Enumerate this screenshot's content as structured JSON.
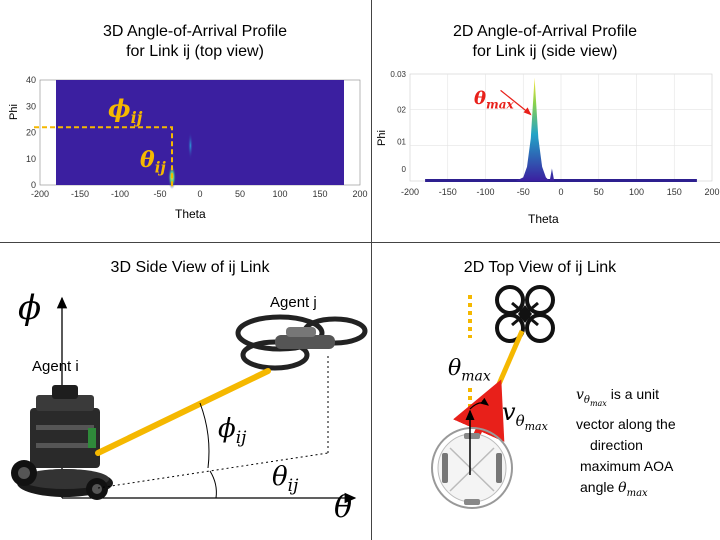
{
  "colors": {
    "accent_yellow": "#f5b800",
    "heatmap_background": "#3b1fa0",
    "red_arrow": "#e8201a",
    "math_red": "#e8201a",
    "divider": "#444444"
  },
  "panels": {
    "top_left": {
      "title_line1": "3D Angle-of-Arrival Profile",
      "title_line2": "for Link ij (top view)",
      "y_label": "Phi",
      "x_label": "Theta",
      "phi_symbol": "ϕ",
      "phi_subscript": "ij",
      "theta_symbol": "θ",
      "theta_subscript": "ij"
    },
    "top_right": {
      "title_line1": "2D Angle-of-Arrival Profile",
      "title_line2": "for Link ij (side view)",
      "y_label": "Phi",
      "x_label": "Theta",
      "theta_max_symbol": "θ",
      "theta_max_subscript": "max"
    },
    "bottom_left": {
      "title": "3D Side View of ij Link",
      "agent_i_label": "Agent i",
      "agent_j_label": "Agent j",
      "phi_axis_symbol": "ϕ",
      "theta_axis_symbol": "θ",
      "phi_ij_symbol": "ϕ",
      "phi_ij_subscript": "ij",
      "theta_ij_symbol": "θ",
      "theta_ij_subscript": "ij"
    },
    "bottom_right": {
      "title": "2D Top View of ij Link",
      "theta_max_symbol": "θ",
      "theta_max_subscript": "max",
      "v_symbol": "v",
      "v_subscript_theta": "θ",
      "v_subscript_max": "max",
      "caption_v": "v",
      "caption_sub_theta": "θ",
      "caption_sub_max": "max",
      "caption_line1_rest": " is a unit",
      "caption_line2": "vector along the",
      "caption_line3": "direction",
      "caption_line4": "maximum AOA",
      "caption_line5_prefix": "angle ",
      "caption_line5_theta": "θ",
      "caption_line5_sub": "max"
    }
  },
  "chart_data": [
    {
      "type": "heatmap",
      "title": "",
      "xlabel": "Theta",
      "ylabel": "Phi",
      "xlim": [
        -200,
        200
      ],
      "ylim": [
        0,
        40
      ],
      "x_ticks": [
        "-200",
        "-150",
        "-100",
        "-50",
        "0",
        "50",
        "100",
        "150",
        "200"
      ],
      "y_ticks": [
        "0",
        "10",
        "20",
        "30",
        "40"
      ],
      "data_x_range": [
        -180,
        180
      ],
      "peaks": [
        {
          "theta": -35,
          "phi": 3,
          "intensity": "high"
        },
        {
          "theta": -12,
          "phi": 15,
          "intensity": "low"
        }
      ],
      "annotations": {
        "phi_ij": 22,
        "theta_ij": -35
      }
    },
    {
      "type": "area",
      "title": "",
      "xlabel": "Theta",
      "ylabel": "Phi",
      "xlim": [
        -200,
        200
      ],
      "ylim": [
        0,
        0.03
      ],
      "x_ticks": [
        "-200",
        "-150",
        "-100",
        "-50",
        "0",
        "50",
        "100",
        "150",
        "200"
      ],
      "y_ticks": [
        "0.03",
        "02",
        "01",
        "0"
      ],
      "x": [
        -180,
        -60,
        -50,
        -45,
        -40,
        -35,
        -30,
        -25,
        -20,
        -15,
        -12,
        -9,
        -5,
        0,
        180
      ],
      "y": [
        0,
        0,
        0.001,
        0.004,
        0.012,
        0.029,
        0.012,
        0.004,
        0.001,
        0,
        0.0035,
        0,
        0,
        0,
        0
      ],
      "peak_theta": -35
    }
  ]
}
